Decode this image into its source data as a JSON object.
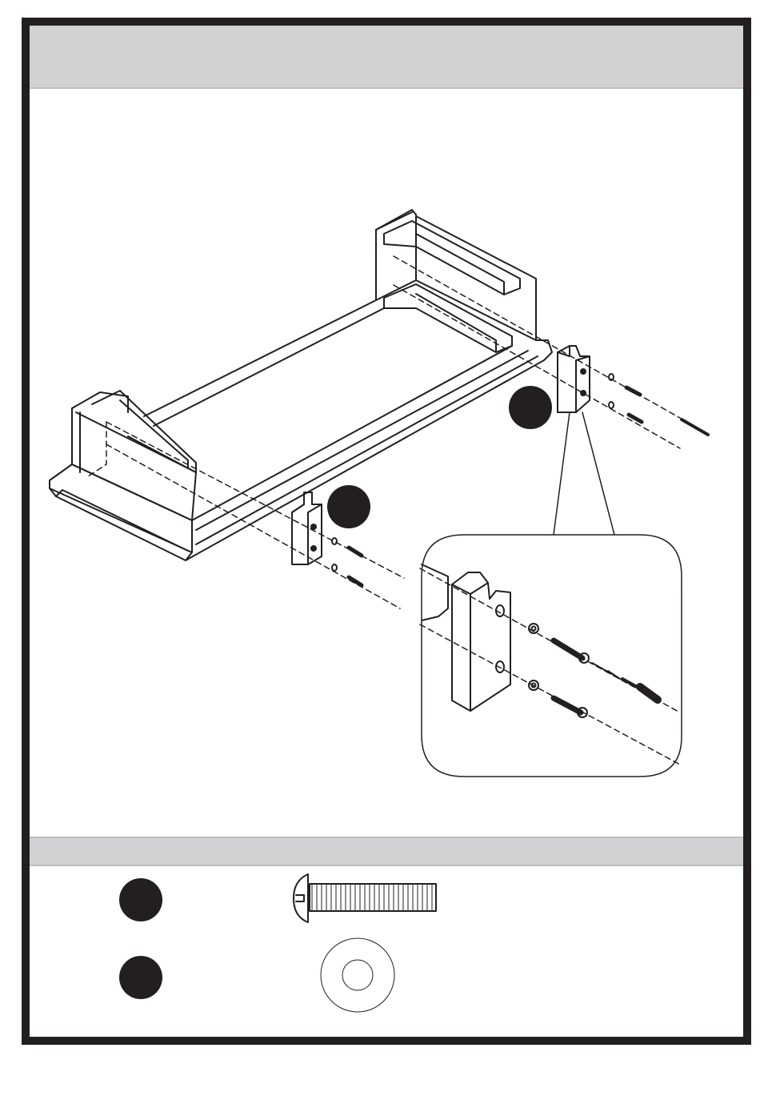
{
  "header": {
    "title": ""
  },
  "hardware_section": {
    "title": ""
  },
  "callouts": [
    {
      "id": "callout-upper",
      "letter": ""
    },
    {
      "id": "callout-lower",
      "letter": ""
    }
  ],
  "hardware": [
    {
      "key": "screw",
      "letter": "",
      "icon": "screw-icon",
      "label": ""
    },
    {
      "key": "washer",
      "letter": "",
      "icon": "washer-icon",
      "label": ""
    }
  ],
  "colors": {
    "ink": "#231f20",
    "band": "#d1d2d4",
    "page": "#ffffff"
  }
}
